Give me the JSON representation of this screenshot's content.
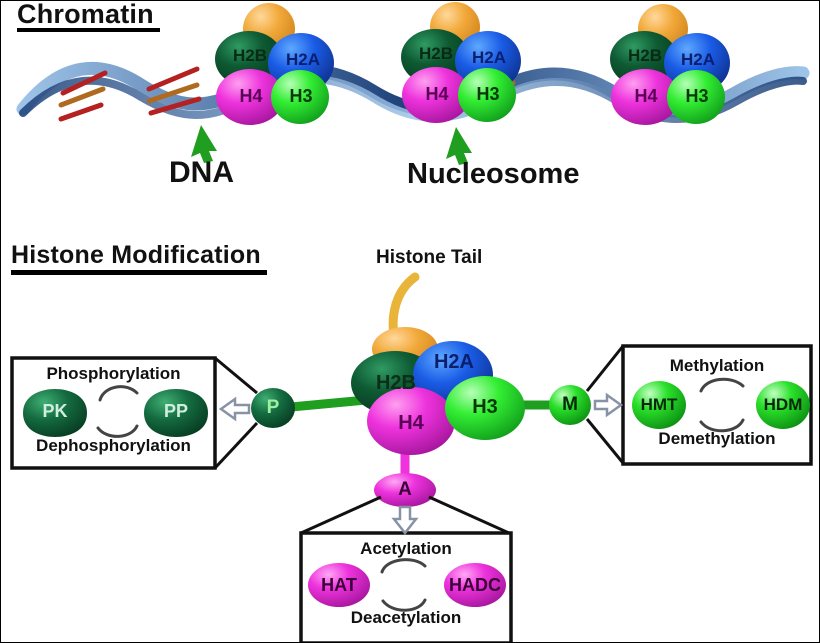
{
  "figure": {
    "sections": [
      {
        "id": "chromatin",
        "title": "Chromatin"
      },
      {
        "id": "histone_modification",
        "title": "Histone Modification"
      }
    ]
  },
  "chromatin": {
    "title": "Chromatin",
    "callouts": [
      {
        "name": "dna",
        "label": "DNA"
      },
      {
        "name": "nucleosome",
        "label": "Nucleosome"
      }
    ],
    "nucleosomes": [
      {
        "index": 1,
        "histones": [
          "H2B",
          "H2A",
          "H4",
          "H3"
        ]
      },
      {
        "index": 2,
        "histones": [
          "H2B",
          "H2A",
          "H4",
          "H3"
        ]
      },
      {
        "index": 3,
        "histones": [
          "H2B",
          "H2A",
          "H4",
          "H3"
        ]
      }
    ],
    "histone_labels": {
      "h2b": "H2B",
      "h2a": "H2A",
      "h4": "H4",
      "h3": "H3"
    }
  },
  "histone_modification": {
    "title": "Histone Modification",
    "tail_label": "Histone Tail",
    "octamer": {
      "h2b": "H2B",
      "h2a": "H2A",
      "h4": "H4",
      "h3": "H3"
    },
    "marks": [
      {
        "name": "phosphorylation-mark",
        "label": "P",
        "color": "#1c5c34"
      },
      {
        "name": "methylation-mark",
        "label": "M",
        "color": "#2ae02a"
      },
      {
        "name": "acetylation-mark",
        "label": "A",
        "color": "#ee33dd"
      }
    ],
    "panels": [
      {
        "id": "phosphorylation",
        "forward": "Phosphorylation",
        "reverse": "Dephosphorylation",
        "enzyme_left": "PK",
        "enzyme_right": "PP",
        "enzyme_color": "#1c6b42"
      },
      {
        "id": "methylation",
        "forward": "Methylation",
        "reverse": "Demethylation",
        "enzyme_left": "HMT",
        "enzyme_right": "HDM",
        "enzyme_color": "#2ae02a"
      },
      {
        "id": "acetylation",
        "forward": "Acetylation",
        "reverse": "Deacetylation",
        "enzyme_left": "HAT",
        "enzyme_right": "HADC",
        "enzyme_color": "#ee33dd"
      }
    ]
  },
  "colors": {
    "h2b": "#0c5430",
    "h2a": "#1a5ce6",
    "h4": "#ee33dd",
    "h3": "#33ee33",
    "tail": "#f2a93b",
    "dna_dark": "#1b3f77",
    "dna_light": "#9ec3e8",
    "rung_red": "#b52020",
    "rung_brown": "#b06a20",
    "arrow_outline": "#8892a6",
    "frame": "#000000"
  }
}
